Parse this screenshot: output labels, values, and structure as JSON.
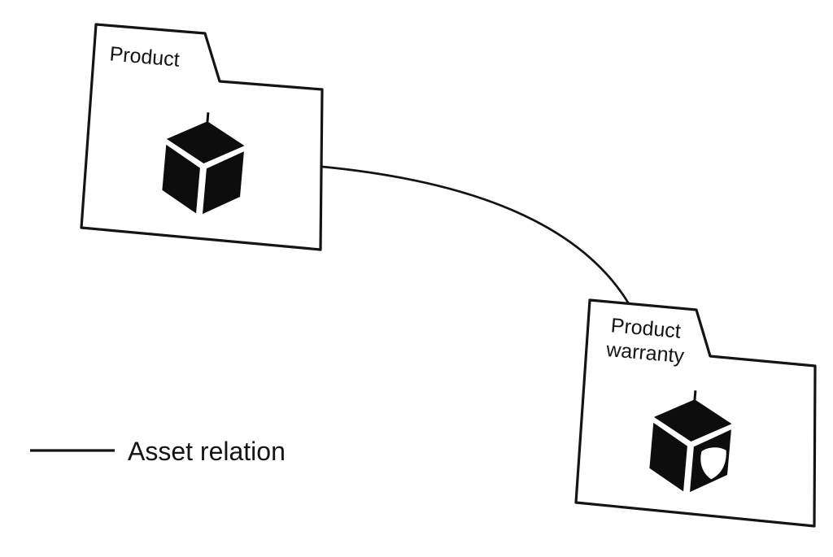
{
  "figure": {
    "background_color": "#ffffff",
    "line_color": "#141414",
    "icon_fill_color": "#0d0d0d",
    "nodes": [
      {
        "id": "product",
        "label": "Product",
        "icon": "cube-icon"
      },
      {
        "id": "product-warranty",
        "label_line1": "Product",
        "label_line2": "warranty",
        "icon": "cube-shield-icon"
      }
    ],
    "edge": {
      "from": "Product",
      "to": "Product warranty",
      "shape": "curved-line"
    },
    "legend": {
      "label": "Asset relation"
    }
  }
}
